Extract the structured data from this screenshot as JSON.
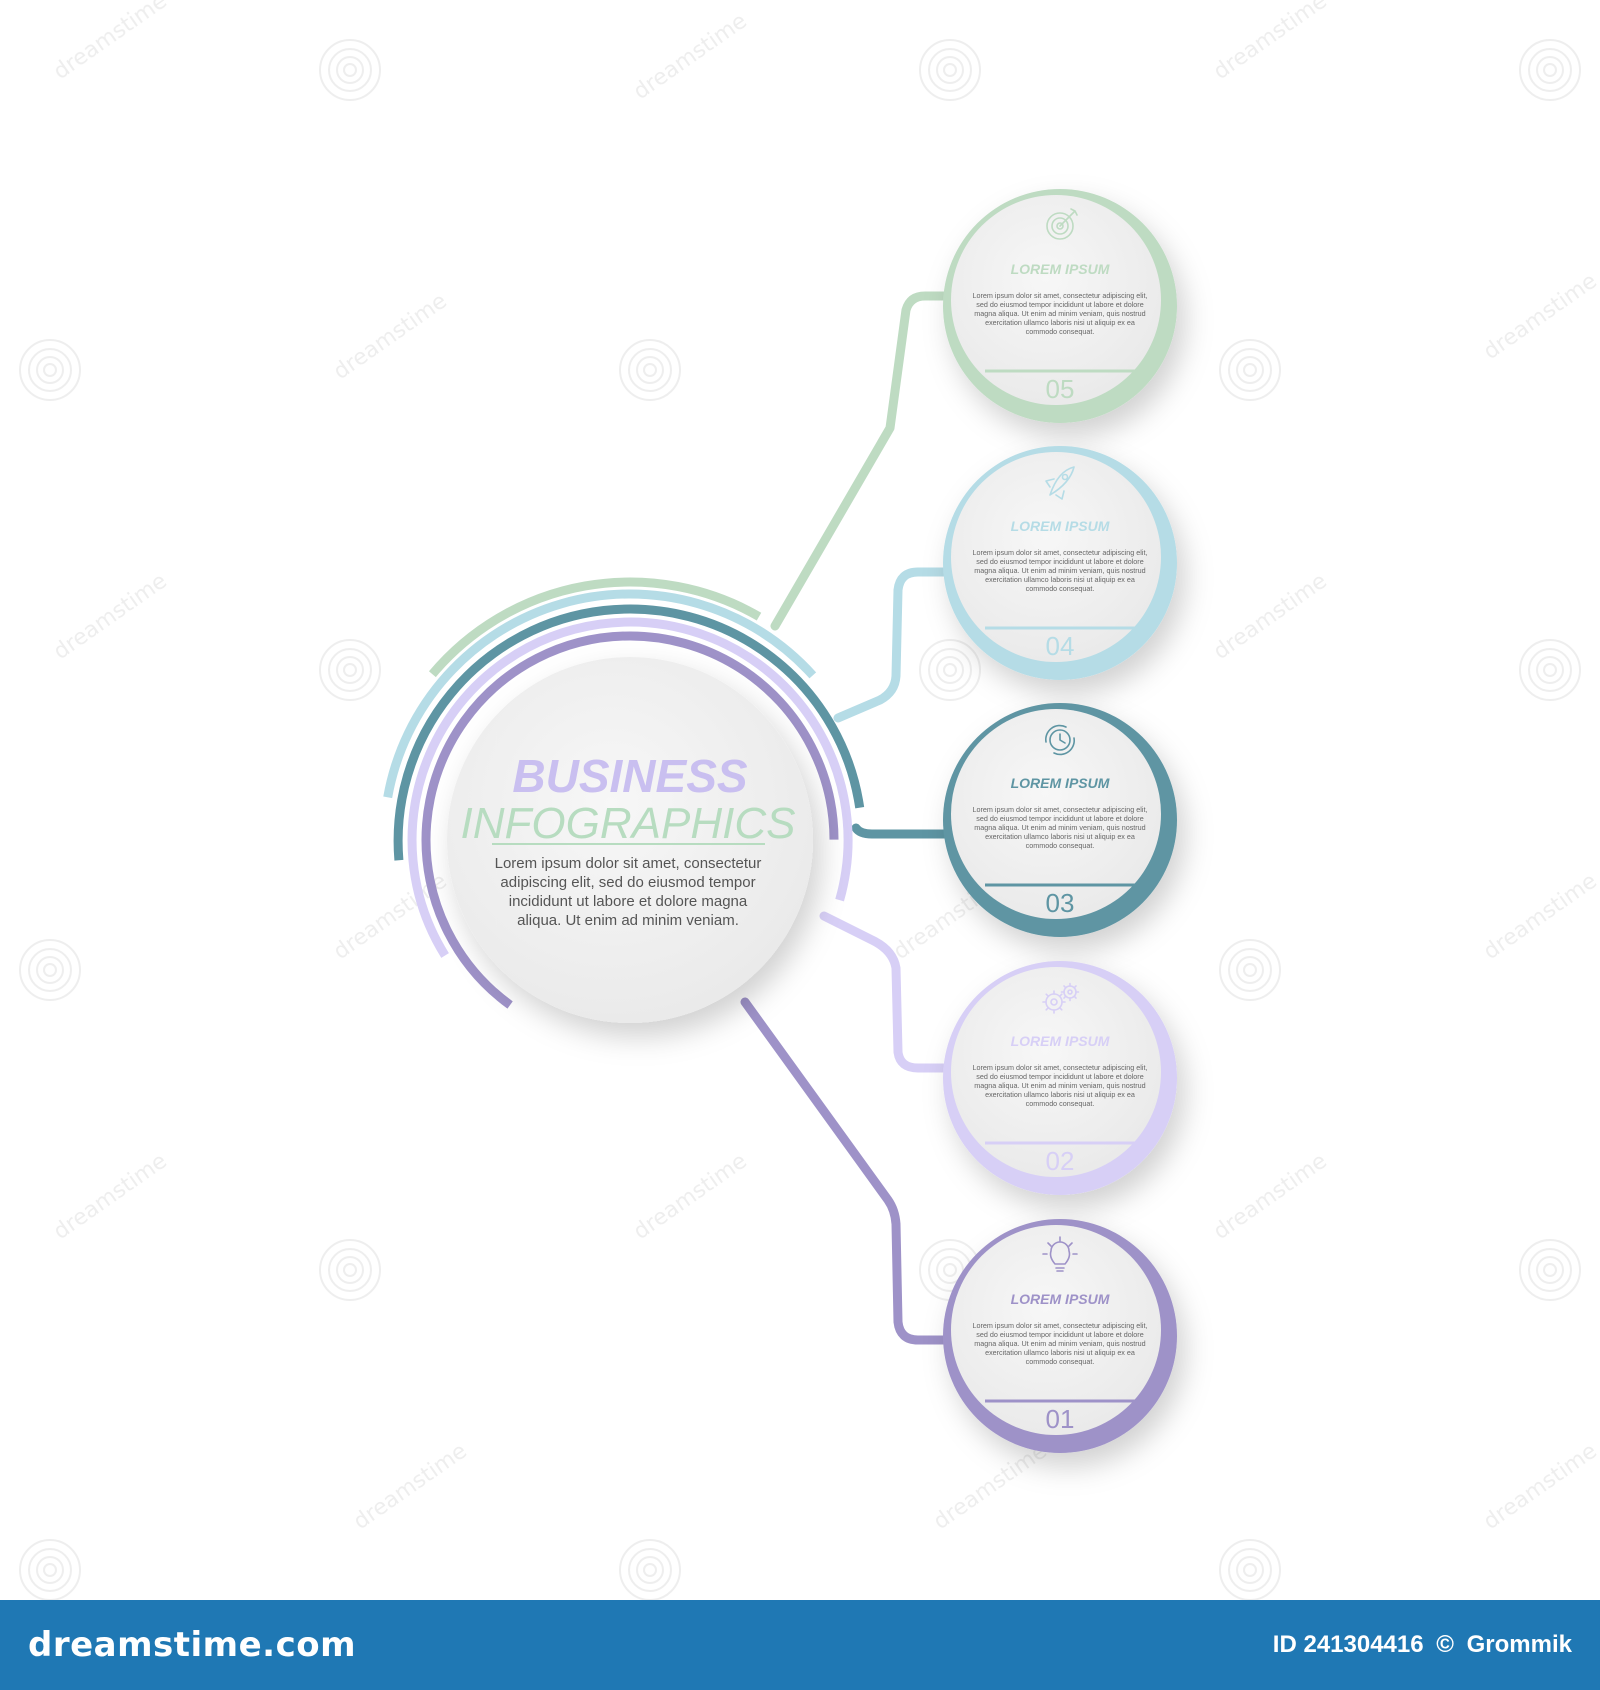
{
  "main": {
    "title_line1": "BUSINESS",
    "title_line2": "INFOGRAPHICS",
    "body": [
      "Lorem ipsum dolor sit amet, consectetur",
      "adipiscing elit,  sed do eiusmod tempor",
      "incididunt ut labore et dolore magna",
      "aliqua. Ut enim ad minim veniam."
    ],
    "title_color_1": "#c9bff0",
    "title_color_2": "#b7dcc0"
  },
  "nodes": [
    {
      "number": "05",
      "title": "LOREM IPSUM",
      "color": "#bedbc2",
      "icon": "target-icon",
      "body": [
        "Lorem ipsum dolor sit amet, consectetur adipiscing elit,",
        "sed do eiusmod tempor incididunt ut labore et dolore",
        "magna aliqua. Ut enim ad minim veniam, quis nostrud",
        "exercitation ullamco laboris nisi ut aliquip ex ea",
        "commodo consequat."
      ]
    },
    {
      "number": "04",
      "title": "LOREM IPSUM",
      "color": "#b5dce6",
      "icon": "rocket-icon",
      "body": [
        "Lorem ipsum dolor sit amet, consectetur adipiscing elit,",
        "sed do eiusmod tempor incididunt ut labore et dolore",
        "magna aliqua. Ut enim ad minim veniam, quis nostrud",
        "exercitation ullamco laboris nisi ut aliquip ex ea",
        "commodo consequat."
      ]
    },
    {
      "number": "03",
      "title": "LOREM IPSUM",
      "color": "#5e95a3",
      "icon": "clock-icon",
      "body": [
        "Lorem ipsum dolor sit amet, consectetur adipiscing elit,",
        "sed do eiusmod tempor incididunt ut labore et dolore",
        "magna aliqua. Ut enim ad minim veniam, quis nostrud",
        "exercitation ullamco laboris nisi ut aliquip ex ea",
        "commodo consequat."
      ]
    },
    {
      "number": "02",
      "title": "LOREM IPSUM",
      "color": "#d7cff6",
      "icon": "gears-icon",
      "body": [
        "Lorem ipsum dolor sit amet, consectetur adipiscing elit,",
        "sed do eiusmod tempor incididunt ut labore et dolore",
        "magna aliqua. Ut enim ad minim veniam, quis nostrud",
        "exercitation ullamco laboris nisi ut aliquip ex ea",
        "commodo consequat."
      ]
    },
    {
      "number": "01",
      "title": "LOREM IPSUM",
      "color": "#9e92c8",
      "icon": "lightbulb-icon",
      "body": [
        "Lorem ipsum dolor sit amet, consectetur adipiscing elit,",
        "sed do eiusmod tempor incididunt ut labore et dolore",
        "magna aliqua. Ut enim ad minim veniam, quis nostrud",
        "exercitation ullamco laboris nisi ut aliquip ex ea",
        "commodo consequat."
      ]
    }
  ],
  "text_color": "#666666",
  "footer": {
    "brand": "dreamstime.com",
    "id_label": "ID 241304416",
    "copyright_symbol": "©",
    "author": "Grommik",
    "background": "#1f78b4"
  },
  "watermark": {
    "text": "dreamstime",
    "icon": "spiral-logo-icon"
  }
}
